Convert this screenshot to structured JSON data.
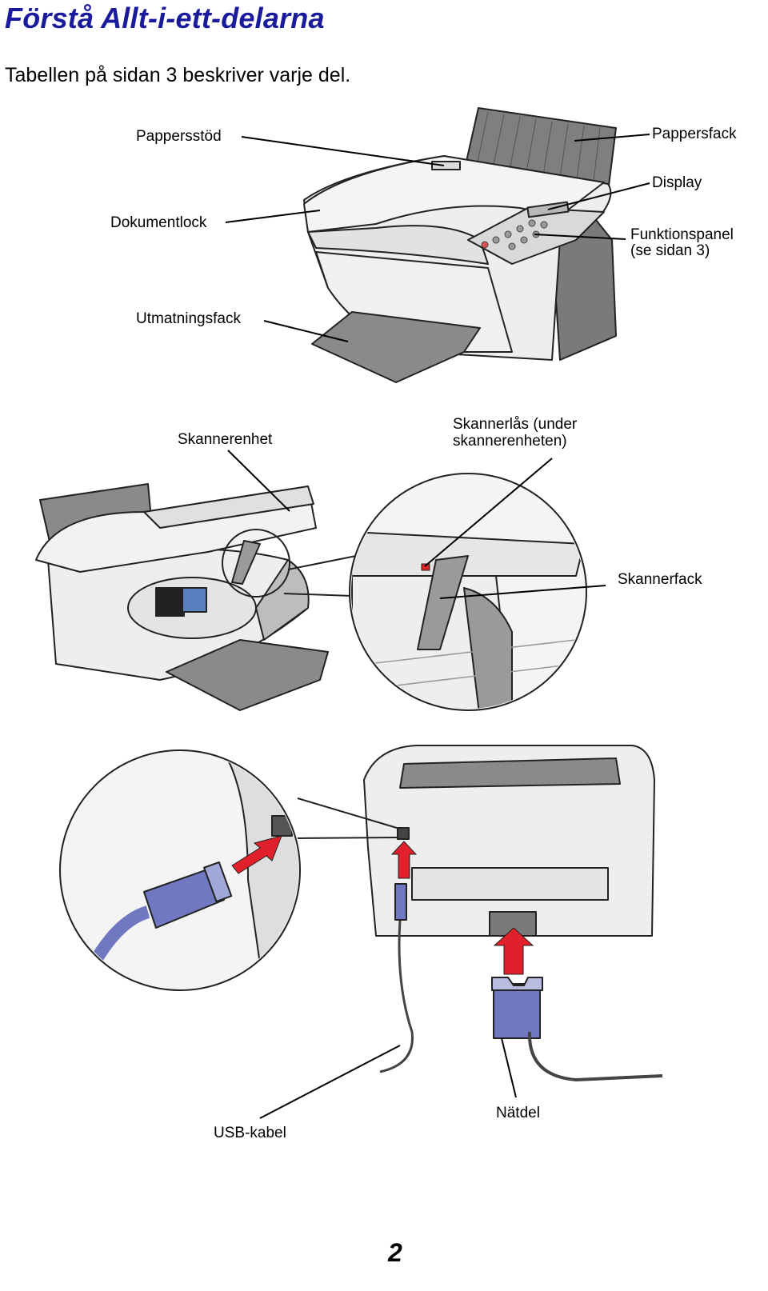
{
  "header": {
    "title": "Förstå Allt-i-ett-delarna",
    "intro": "Tabellen på sidan 3 beskriver varje del."
  },
  "figure_top": {
    "labels": {
      "paper_support": "Pappersstöd",
      "paper_tray": "Pappersfack",
      "display": "Display",
      "document_cover": "Dokumentlock",
      "control_panel_1": "Funktionspanel",
      "control_panel_2": "(se sidan 3)",
      "output_tray": "Utmatningsfack"
    }
  },
  "figure_middle": {
    "labels": {
      "scanner_unit": "Skannerenhet",
      "scanner_lock_1": "Skannerlås (under",
      "scanner_lock_2": "skannerenheten)",
      "scanner_support": "Skannerfack"
    }
  },
  "figure_bottom": {
    "labels": {
      "usb_cable": "USB-kabel",
      "power_supply": "Nätdel"
    },
    "colors": {
      "arrow": "#e0202a",
      "cable": "#6f78c0"
    }
  },
  "footer": {
    "page_number": "2"
  }
}
